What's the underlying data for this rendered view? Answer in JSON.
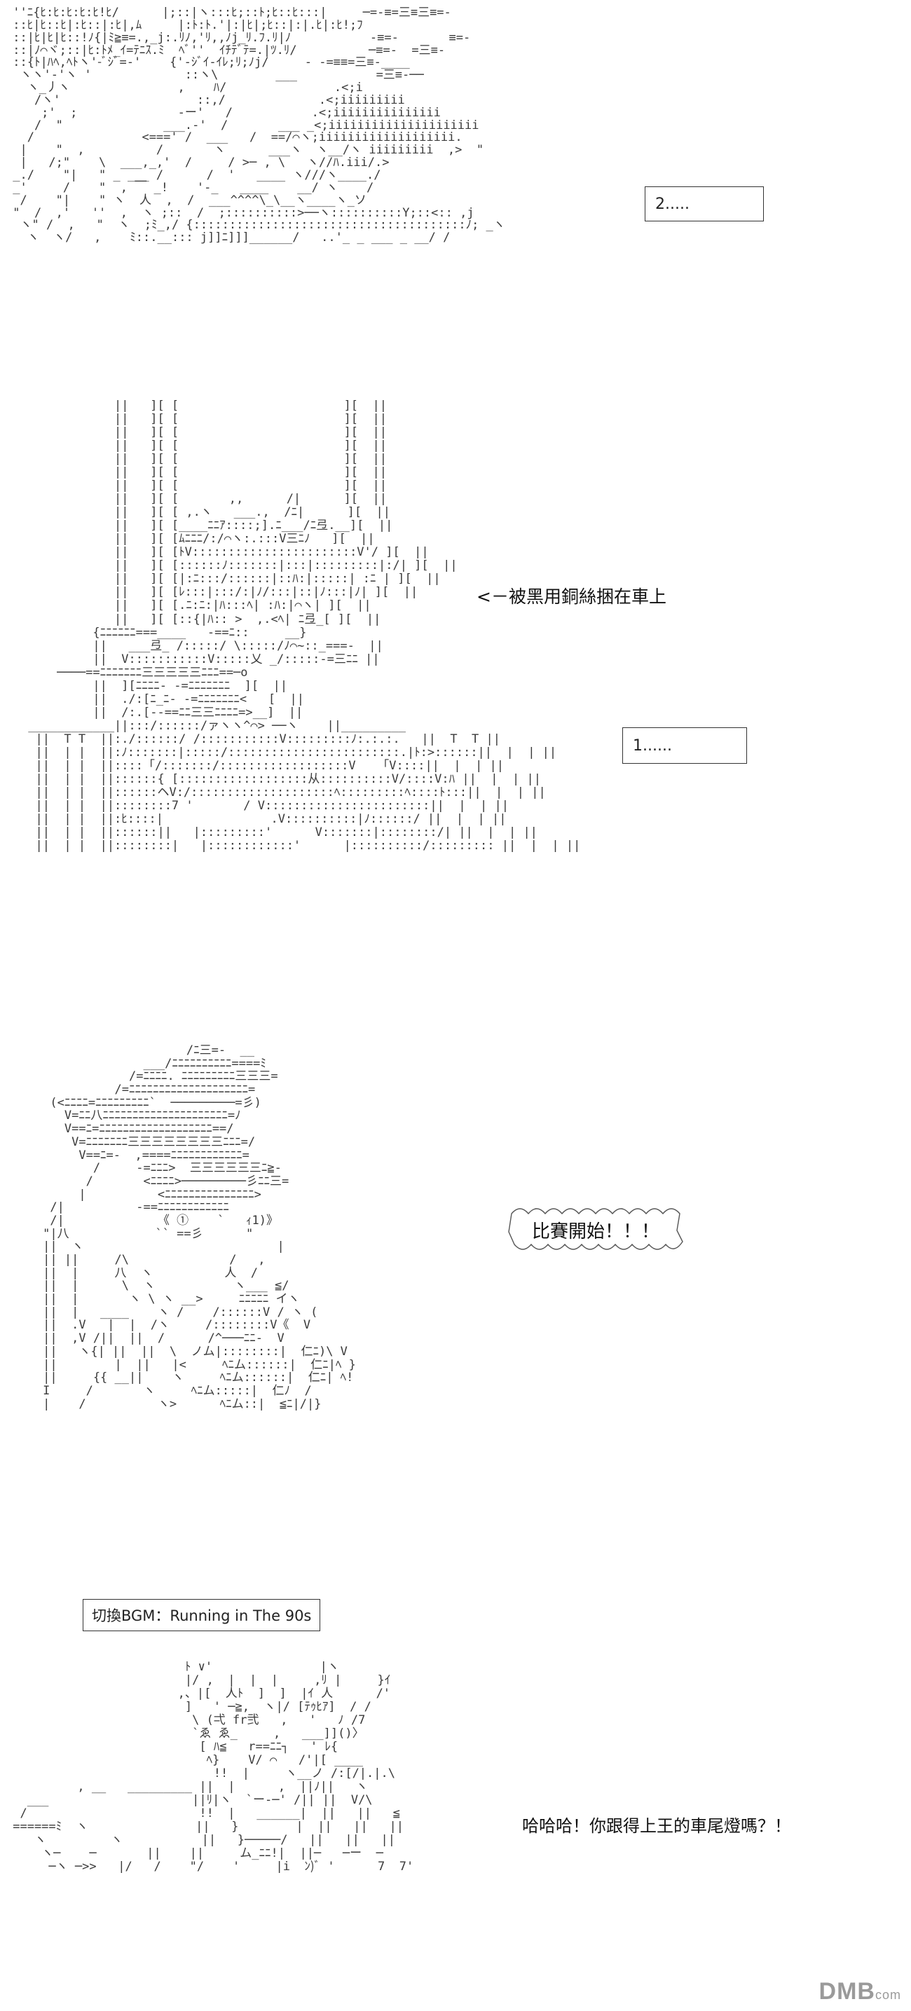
{
  "panels": {
    "p1": {
      "box_label": "2....."
    },
    "p2": {
      "annotation": "<－被黑用銅絲捆在車上",
      "box_label": "1......"
    },
    "p3": {
      "shout": "比賽開始！！！"
    },
    "p4": {
      "bgm_label": "切換BGM：Running in The 90s"
    },
    "p5": {
      "dialogue": "哈哈哈！你跟得上王的車尾燈嗎？！"
    }
  },
  "watermark": {
    "text": "DMB",
    "suffix": "com"
  },
  "art_icons": [
    "ascii-art-racer-car",
    "ascii-art-tied-prisoner",
    "ascii-art-hat-character",
    "ascii-art-driver"
  ]
}
